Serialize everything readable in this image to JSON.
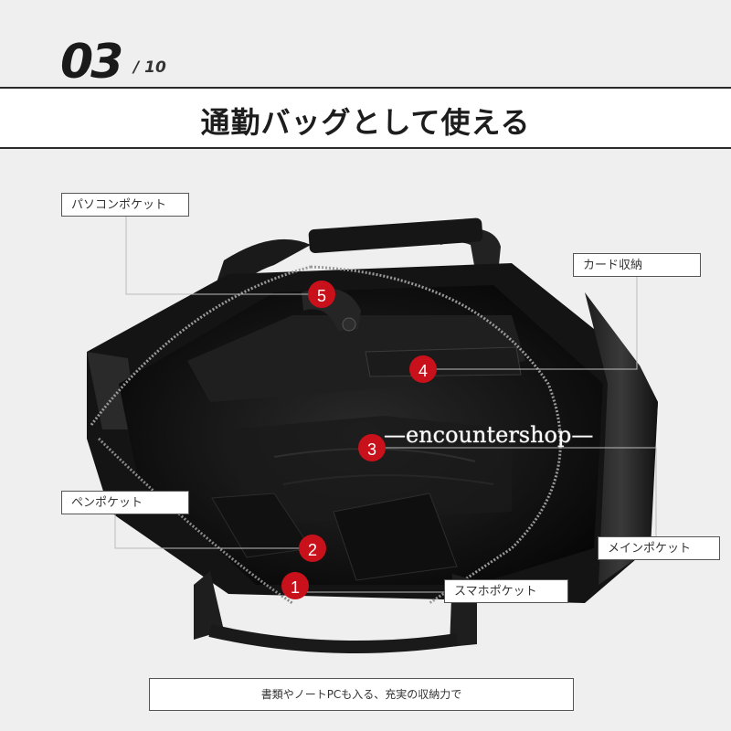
{
  "page_number": {
    "current": "03",
    "total": "/ 10"
  },
  "title": "通勤バッグとして使える",
  "callouts": {
    "pc_pocket": "パソコンポケット",
    "card_storage": "カード収納",
    "pen_pocket": "ペンポケット",
    "main_pocket": "メインポケット",
    "phone_pocket": "スマホポケット"
  },
  "markers": [
    "1",
    "2",
    "3",
    "4",
    "5"
  ],
  "watermark": "—encountershop—",
  "caption": "書類やノートPCも入る、充実の収納力で",
  "colors": {
    "marker_red": "#c8111b",
    "leather": "#141414",
    "lining": "#0d0d0d"
  },
  "icons": {
    "zipper": "zipper-track",
    "handle": "strap-handle"
  }
}
